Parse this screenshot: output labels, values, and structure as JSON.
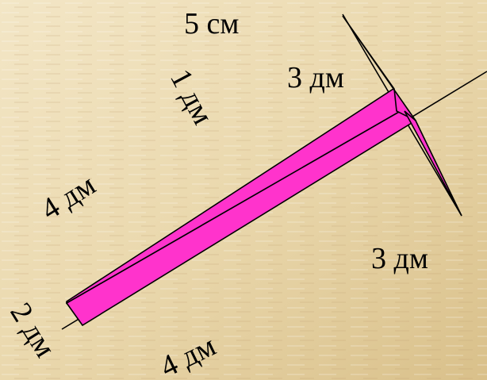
{
  "colors": {
    "background": "#ead8ad",
    "background_light": "#f3e6c6",
    "background_dark": "#d9c08a",
    "shape_fill": "#ff33cc",
    "shape_stroke": "#000000",
    "line": "#000000",
    "text": "#000000"
  },
  "labels": {
    "top": "5 см",
    "top_right": "3 дм",
    "rotated_top": "1 дм",
    "left_mid": "4 дм",
    "right_bottom": "3 дм",
    "bottom_left": "2 дм",
    "bottom": "4 дм"
  }
}
